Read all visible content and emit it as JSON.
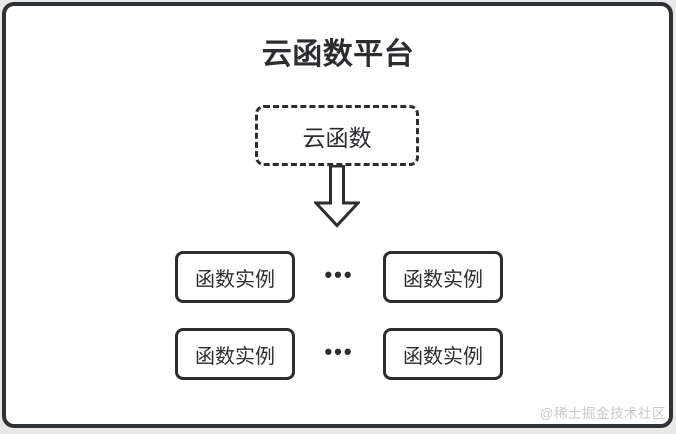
{
  "diagram": {
    "title": "云函数平台",
    "cloud_function": {
      "label": "云函数"
    },
    "rows": [
      {
        "left": "函数实例",
        "dots": "•••",
        "right": "函数实例"
      },
      {
        "left": "函数实例",
        "dots": "•••",
        "right": "函数实例"
      }
    ]
  },
  "watermark": {
    "text": "@稀土掘金技术社区"
  },
  "colors": {
    "stroke": "#2b2d31",
    "canvas_background": "#e8e8e8",
    "panel_background": "#ffffff",
    "watermark_text": "#c9c9c9"
  },
  "icons": {
    "down_block_arrow": "hollow block arrow pointing down from cloud function to instances"
  }
}
